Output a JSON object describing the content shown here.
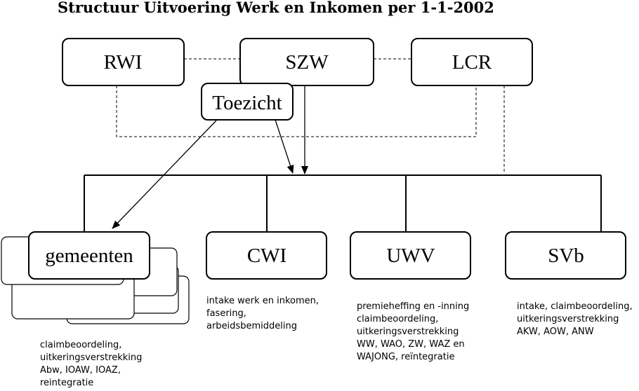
{
  "title": "Structuur Uitvoering Werk en Inkomen per 1-1-2002",
  "top_nodes": {
    "rwi": "RWI",
    "szw": "SZW",
    "lcr": "LCR",
    "toezicht": "Toezicht"
  },
  "bottom_nodes": {
    "gemeenten": "gemeenten",
    "cwi": "CWI",
    "uwv": "UWV",
    "svb": "SVb"
  },
  "descriptions": {
    "gemeenten": [
      "claimbeoordeling,",
      "uitkeringsverstrekking",
      "Abw, IOAW, IOAZ,",
      "reintegratie"
    ],
    "cwi": [
      "intake werk en inkomen,",
      "fasering,",
      "arbeidsbemiddeling"
    ],
    "uwv": [
      "premieheffing en -inning",
      "claimbeoordeling,",
      "uitkeringsverstrekking",
      "WW, WAO, ZW, WAZ en",
      "WAJONG, reïntegratie"
    ],
    "svb": [
      "intake, claimbeoordeling,",
      "uitkeringsverstrekking",
      "AKW, AOW, ANW"
    ]
  }
}
